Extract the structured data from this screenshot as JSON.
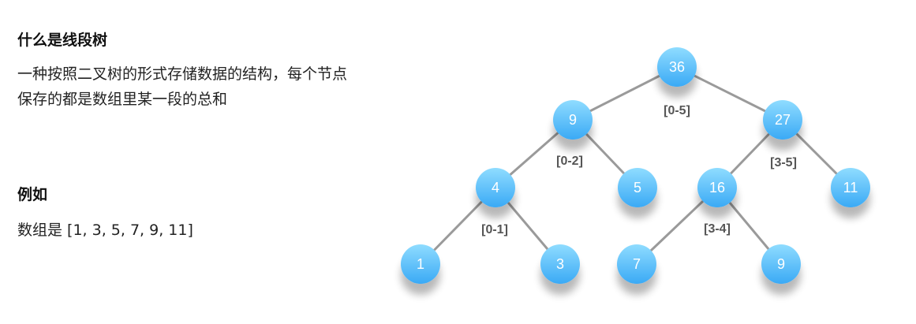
{
  "intro": {
    "heading": "什么是线段树",
    "description_line1": "一种按照二叉树的形式存储数据的结构，每个节点",
    "description_line2": "保存的都是数组里某一段的总和"
  },
  "example": {
    "heading": "例如",
    "array_text": "数组是 [1, 3, 5, 7, 9, 11]"
  },
  "tree": {
    "colors": {
      "node_top": "#8fdcff",
      "node_bottom": "#3aa9f5",
      "edge": "#9a9a9a",
      "range_text": "#555555"
    },
    "nodes": [
      {
        "id": "n36",
        "value": "36",
        "range": "[0-5]"
      },
      {
        "id": "n9a",
        "value": "9",
        "range": "[0-2]"
      },
      {
        "id": "n27",
        "value": "27",
        "range": "[3-5]"
      },
      {
        "id": "n4",
        "value": "4",
        "range": "[0-1]"
      },
      {
        "id": "n5",
        "value": "5",
        "range": ""
      },
      {
        "id": "n16",
        "value": "16",
        "range": "[3-4]"
      },
      {
        "id": "n11",
        "value": "11",
        "range": ""
      },
      {
        "id": "n1",
        "value": "1",
        "range": ""
      },
      {
        "id": "n3",
        "value": "3",
        "range": ""
      },
      {
        "id": "n7",
        "value": "7",
        "range": ""
      },
      {
        "id": "n9b",
        "value": "9",
        "range": ""
      }
    ],
    "edges": [
      [
        "n36",
        "n9a"
      ],
      [
        "n36",
        "n27"
      ],
      [
        "n9a",
        "n4"
      ],
      [
        "n9a",
        "n5"
      ],
      [
        "n27",
        "n16"
      ],
      [
        "n27",
        "n11"
      ],
      [
        "n4",
        "n1"
      ],
      [
        "n4",
        "n3"
      ],
      [
        "n16",
        "n7"
      ],
      [
        "n16",
        "n9b"
      ]
    ]
  }
}
